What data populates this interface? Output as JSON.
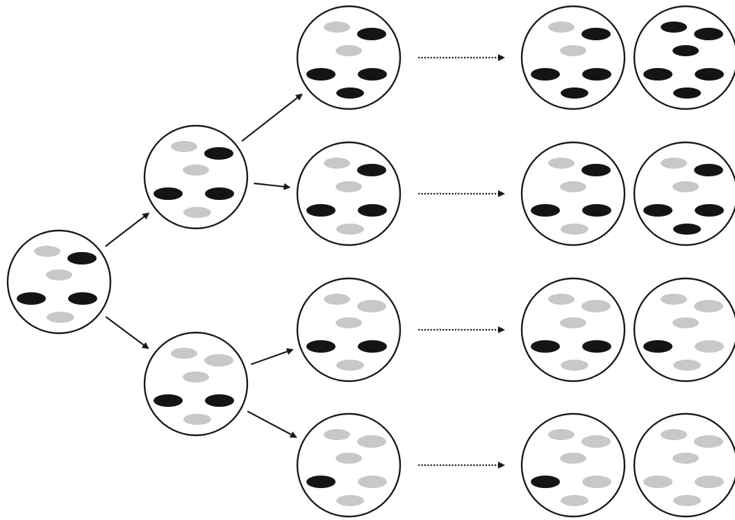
{
  "colors": {
    "background": "#ffffff",
    "outline": "#1a1a1a",
    "dark_organelle": "#141414",
    "light_organelle": "#c8c8c8"
  },
  "cells": [
    {
      "id": "root",
      "generation": 0,
      "organelles": [
        "light",
        "dark",
        "light",
        "dark",
        "dark",
        "light"
      ]
    },
    {
      "id": "gen1-upper",
      "generation": 1,
      "organelles": [
        "light",
        "dark",
        "light",
        "dark",
        "dark",
        "light"
      ]
    },
    {
      "id": "gen1-lower",
      "generation": 1,
      "organelles": [
        "light",
        "light",
        "light",
        "dark",
        "dark",
        "light"
      ]
    },
    {
      "id": "gen2-row1",
      "generation": 2,
      "organelles": [
        "light",
        "dark",
        "light",
        "dark",
        "dark",
        "dark"
      ]
    },
    {
      "id": "gen2-row2",
      "generation": 2,
      "organelles": [
        "light",
        "dark",
        "light",
        "dark",
        "dark",
        "light"
      ]
    },
    {
      "id": "gen2-row3",
      "generation": 2,
      "organelles": [
        "light",
        "light",
        "light",
        "dark",
        "dark",
        "light"
      ]
    },
    {
      "id": "gen2-row4",
      "generation": 2,
      "organelles": [
        "light",
        "light",
        "light",
        "dark",
        "light",
        "light"
      ]
    },
    {
      "id": "final-row1-a",
      "generation": "n",
      "organelles": [
        "light",
        "dark",
        "light",
        "dark",
        "dark",
        "dark"
      ]
    },
    {
      "id": "final-row1-b",
      "generation": "n",
      "organelles": [
        "dark",
        "dark",
        "dark",
        "dark",
        "dark",
        "dark"
      ]
    },
    {
      "id": "final-row2-a",
      "generation": "n",
      "organelles": [
        "light",
        "dark",
        "light",
        "dark",
        "dark",
        "light"
      ]
    },
    {
      "id": "final-row2-b",
      "generation": "n",
      "organelles": [
        "light",
        "dark",
        "light",
        "dark",
        "dark",
        "dark"
      ]
    },
    {
      "id": "final-row3-a",
      "generation": "n",
      "organelles": [
        "light",
        "light",
        "light",
        "dark",
        "dark",
        "light"
      ]
    },
    {
      "id": "final-row3-b",
      "generation": "n",
      "organelles": [
        "light",
        "light",
        "light",
        "dark",
        "light",
        "light"
      ]
    },
    {
      "id": "final-row4-a",
      "generation": "n",
      "organelles": [
        "light",
        "light",
        "light",
        "dark",
        "light",
        "light"
      ]
    },
    {
      "id": "final-row4-b",
      "generation": "n",
      "organelles": [
        "light",
        "light",
        "light",
        "light",
        "light",
        "light"
      ]
    }
  ],
  "arrows": [
    {
      "from": "root",
      "to": "gen1-upper",
      "style": "solid"
    },
    {
      "from": "root",
      "to": "gen1-lower",
      "style": "solid"
    },
    {
      "from": "gen1-upper",
      "to": "gen2-row1",
      "style": "solid"
    },
    {
      "from": "gen1-upper",
      "to": "gen2-row2",
      "style": "solid"
    },
    {
      "from": "gen1-lower",
      "to": "gen2-row3",
      "style": "solid"
    },
    {
      "from": "gen1-lower",
      "to": "gen2-row4",
      "style": "solid"
    },
    {
      "from": "gen2-row1",
      "to": "final-row1-a",
      "style": "dotted"
    },
    {
      "from": "gen2-row2",
      "to": "final-row2-a",
      "style": "dotted"
    },
    {
      "from": "gen2-row3",
      "to": "final-row3-a",
      "style": "dotted"
    },
    {
      "from": "gen2-row4",
      "to": "final-row4-a",
      "style": "dotted"
    }
  ]
}
